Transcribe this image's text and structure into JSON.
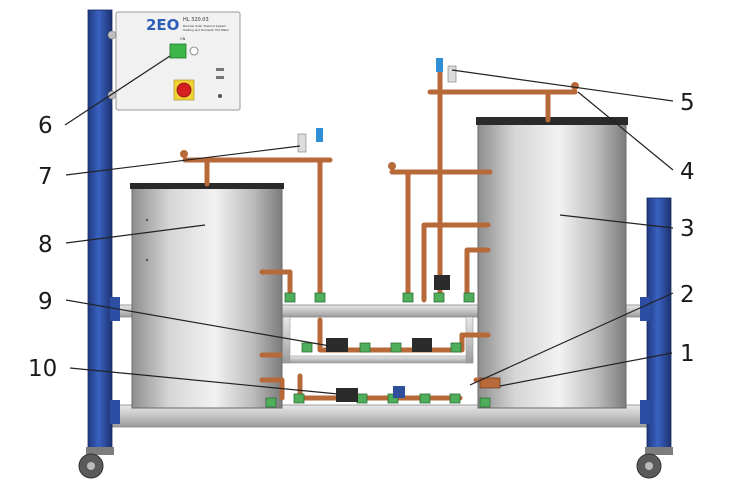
{
  "panel": {
    "logo": "2EO",
    "model": "HL 320.03",
    "subtitle_line1": "Modular Solar Thermal System",
    "subtitle_line2": "Heating and Domestic Hot Water",
    "switch_label": "ON"
  },
  "colors": {
    "frame_blue": "#2d4fa3",
    "copper": "#b8693a",
    "tank_silver": "#c9c9c9",
    "valve_green": "#4fae5a",
    "panel_button_green": "#3cb54a",
    "panel_button_red": "#d42020"
  },
  "callouts": [
    {
      "id": "1",
      "label": "1"
    },
    {
      "id": "2",
      "label": "2"
    },
    {
      "id": "3",
      "label": "3"
    },
    {
      "id": "4",
      "label": "4"
    },
    {
      "id": "5",
      "label": "5"
    },
    {
      "id": "6",
      "label": "6"
    },
    {
      "id": "7",
      "label": "7"
    },
    {
      "id": "8",
      "label": "8"
    },
    {
      "id": "9",
      "label": "9"
    },
    {
      "id": "10",
      "label": "10"
    }
  ]
}
